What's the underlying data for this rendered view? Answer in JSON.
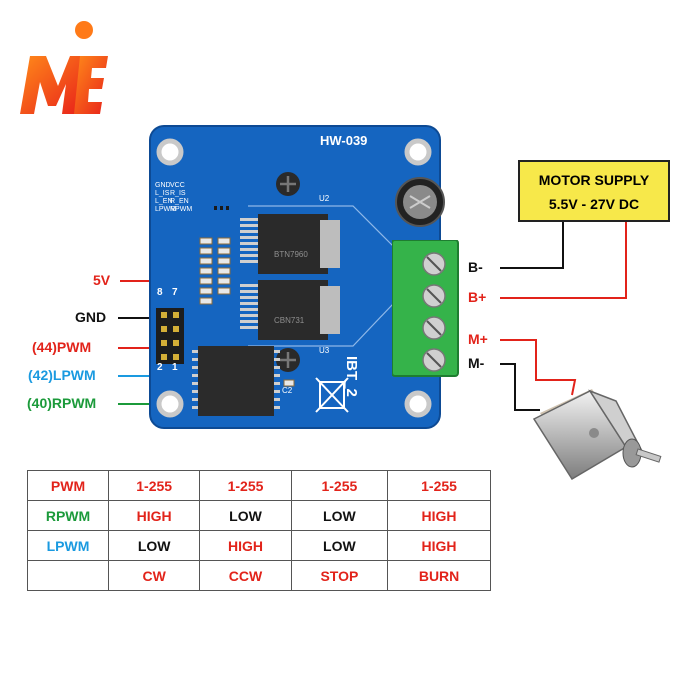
{
  "board": {
    "model": "HW-039",
    "name": "IBT_2",
    "chip_mark_u2": "U2",
    "chip_mark_u3": "U3",
    "chip_text_1": "BTN7960",
    "chip_text_2": "CBN731",
    "chip_c2": "C2",
    "pin_labels_left": [
      "GND",
      "L_IS",
      "L_EN",
      "LPWM"
    ],
    "pin_labels_right": [
      "VCC",
      "R_IS",
      "R_EN",
      "RPWM"
    ],
    "header_numbers": [
      "8",
      "7",
      "2",
      "1"
    ]
  },
  "pins": {
    "v5": "5V",
    "gnd": "GND",
    "pwm": "(44)PWM",
    "lpwm": "(42)LPWM",
    "rpwm": "(40)RPWM"
  },
  "terminals": {
    "b_minus": "B-",
    "b_plus": "B+",
    "m_plus": "M+",
    "m_minus": "M-"
  },
  "supply": {
    "line1": "MOTOR SUPPLY",
    "line2": "5.5V - 27V DC"
  },
  "truth_table": {
    "rows": [
      {
        "label": "PWM",
        "label_color": "red",
        "cells": [
          {
            "text": "1-255",
            "color": "red"
          },
          {
            "text": "1-255",
            "color": "red"
          },
          {
            "text": "1-255",
            "color": "red"
          },
          {
            "text": "1-255",
            "color": "red"
          }
        ]
      },
      {
        "label": "RPWM",
        "label_color": "green",
        "cells": [
          {
            "text": "HIGH",
            "color": "red"
          },
          {
            "text": "LOW",
            "color": "black"
          },
          {
            "text": "LOW",
            "color": "black"
          },
          {
            "text": "HIGH",
            "color": "red"
          }
        ]
      },
      {
        "label": "LPWM",
        "label_color": "blue",
        "cells": [
          {
            "text": "LOW",
            "color": "black"
          },
          {
            "text": "HIGH",
            "color": "red"
          },
          {
            "text": "LOW",
            "color": "black"
          },
          {
            "text": "HIGH",
            "color": "red"
          }
        ]
      },
      {
        "label": "",
        "label_color": "black",
        "cells": [
          {
            "text": "CW",
            "color": "red"
          },
          {
            "text": "CCW",
            "color": "red"
          },
          {
            "text": "STOP",
            "color": "red"
          },
          {
            "text": "BURN",
            "color": "red"
          }
        ]
      }
    ]
  },
  "colors": {
    "board": "#1565c0",
    "terminal": "#35b34a",
    "red": "#e2231a",
    "green": "#1b9a3a",
    "blue": "#1a9ae0",
    "supply_box": "#f7e84a"
  },
  "icons": [
    "logo-icon",
    "motor-icon",
    "capacitor-icon",
    "recycle-bin-icon"
  ]
}
